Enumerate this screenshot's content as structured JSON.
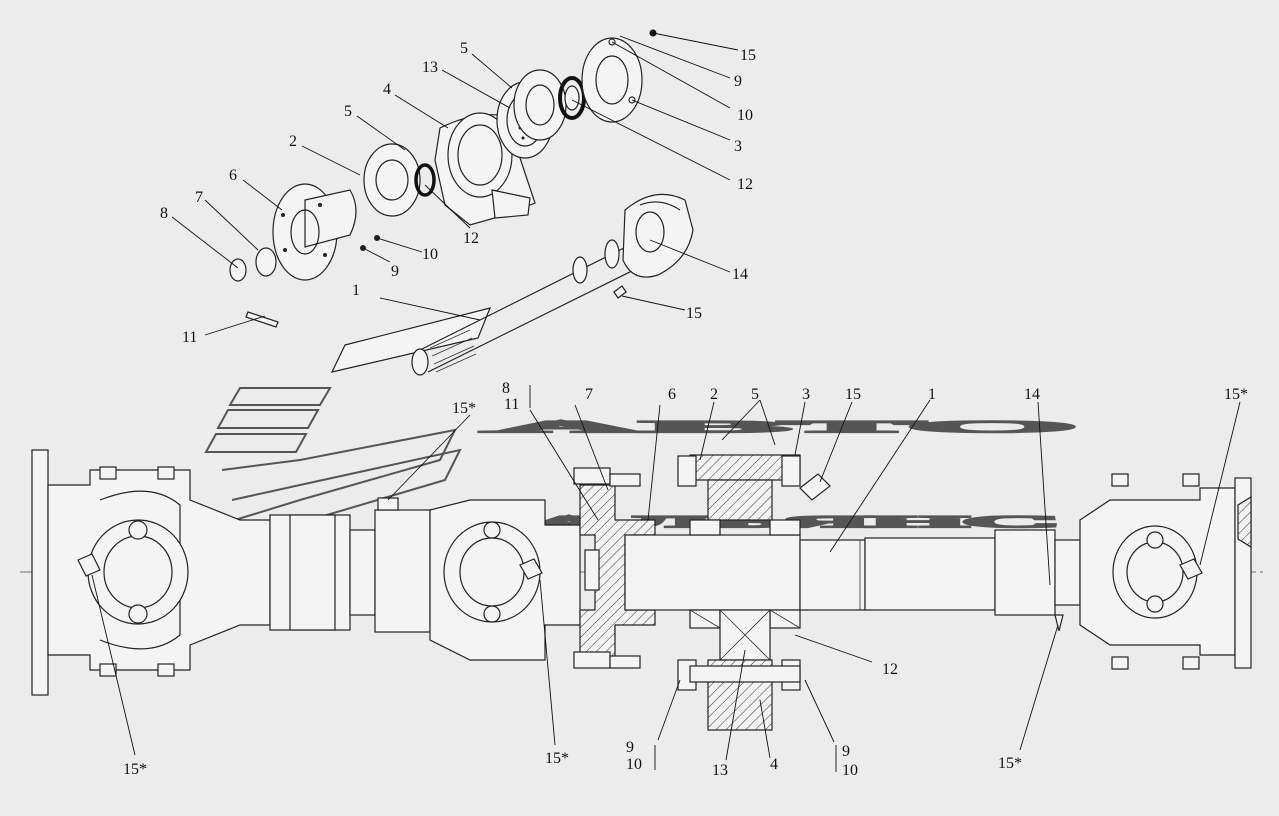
{
  "watermark": {
    "line1": "АВТО",
    "line2": "АЛЬЯНС"
  },
  "exploded_labels": [
    {
      "id": "e15a",
      "text": "15"
    },
    {
      "id": "e9a",
      "text": "9"
    },
    {
      "id": "e10a",
      "text": "10"
    },
    {
      "id": "e3",
      "text": "3"
    },
    {
      "id": "e12a",
      "text": "12"
    },
    {
      "id": "e5a",
      "text": "5"
    },
    {
      "id": "e13",
      "text": "13"
    },
    {
      "id": "e4",
      "text": "4"
    },
    {
      "id": "e5b",
      "text": "5"
    },
    {
      "id": "e2",
      "text": "2"
    },
    {
      "id": "e6",
      "text": "6"
    },
    {
      "id": "e7",
      "text": "7"
    },
    {
      "id": "e8",
      "text": "8"
    },
    {
      "id": "e12b",
      "text": "12"
    },
    {
      "id": "e10b",
      "text": "10"
    },
    {
      "id": "e9b",
      "text": "9"
    },
    {
      "id": "e14",
      "text": "14"
    },
    {
      "id": "e1",
      "text": "1"
    },
    {
      "id": "e15b",
      "text": "15"
    },
    {
      "id": "e11",
      "text": "11"
    }
  ],
  "section_labels": [
    {
      "id": "s8",
      "text": "8"
    },
    {
      "id": "s11",
      "text": "11"
    },
    {
      "id": "s7",
      "text": "7"
    },
    {
      "id": "s6",
      "text": "6"
    },
    {
      "id": "s2",
      "text": "2"
    },
    {
      "id": "s5",
      "text": "5"
    },
    {
      "id": "s3",
      "text": "3"
    },
    {
      "id": "s15",
      "text": "15"
    },
    {
      "id": "s1",
      "text": "1"
    },
    {
      "id": "s14",
      "text": "14"
    },
    {
      "id": "s15star_tr",
      "text": "15*"
    },
    {
      "id": "s15star_mid",
      "text": "15*"
    },
    {
      "id": "s15star_bl",
      "text": "15*"
    },
    {
      "id": "s15star_bm",
      "text": "15*"
    },
    {
      "id": "s15star_br",
      "text": "15*"
    },
    {
      "id": "s12",
      "text": "12"
    },
    {
      "id": "s9l",
      "text": "9"
    },
    {
      "id": "s10l",
      "text": "10"
    },
    {
      "id": "s13",
      "text": "13"
    },
    {
      "id": "s4",
      "text": "4"
    },
    {
      "id": "s9r",
      "text": "9"
    },
    {
      "id": "s10r",
      "text": "10"
    }
  ]
}
